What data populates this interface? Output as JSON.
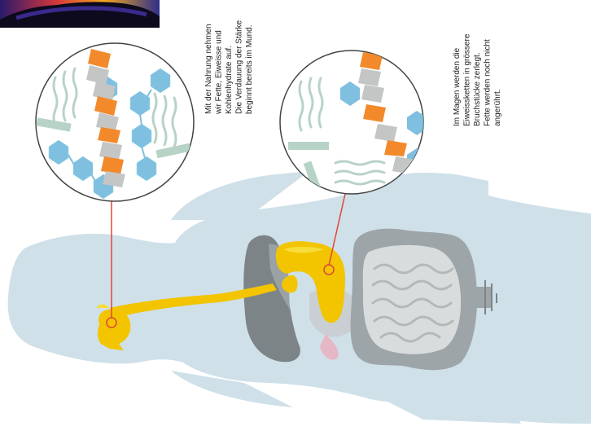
{
  "captions": {
    "mouth": [
      "Mit der Nahrung nehmen",
      "wir Fette, Eiweisse und",
      "Kohlenhydrate auf.",
      "Die Verdauung der Stärke",
      "beginnt bereits im Mund."
    ],
    "stomach": [
      "Im Magen werden die",
      "Eiweissketten in grössere",
      "Bruchstücke zerlegt.",
      "Fette werden noch nicht",
      "angerührt."
    ]
  },
  "colors": {
    "body": "#cfe0e9",
    "organ_yellow": "#f2c500",
    "organ_yellow_light": "#f7dc3a",
    "intestine_grey": "#9ea5a8",
    "liver_grey": "#7d8488",
    "protein_orange": "#f28a2c",
    "protein_grey": "#c4c6c6",
    "carbohydrate_blue": "#7fbfe0",
    "fat_green": "#b7d3c6",
    "pointer_red": "#e0453a"
  }
}
